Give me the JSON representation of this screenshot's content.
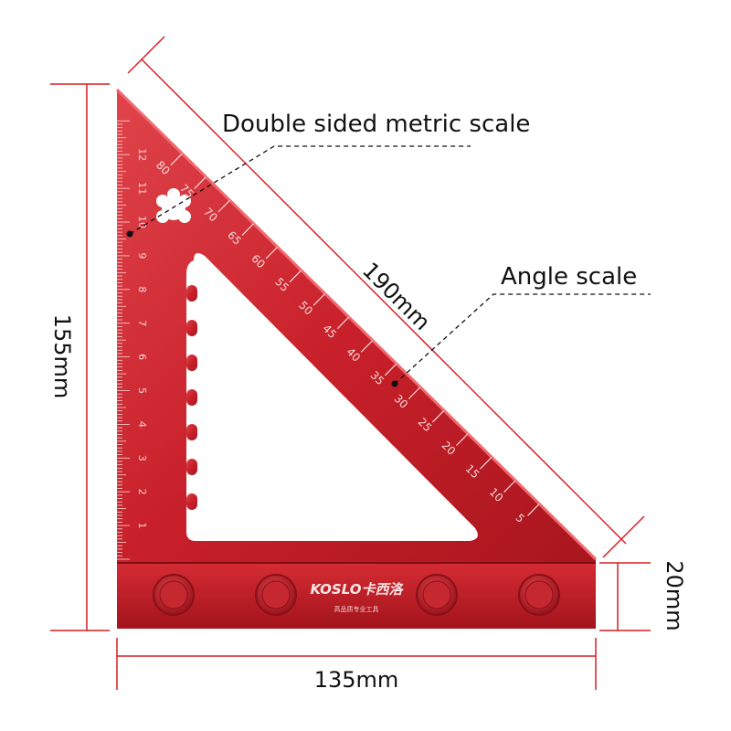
{
  "callouts": {
    "metric_scale": "Double sided metric scale",
    "angle_scale": "Angle scale"
  },
  "dimensions": {
    "height": "155mm",
    "hypotenuse": "190mm",
    "width": "135mm",
    "base_thickness": "20mm"
  },
  "brand": {
    "logo_text": "KOSLO卡西洛",
    "tagline": "高品质专业工具"
  },
  "metric_scale_labels": [
    "1",
    "2",
    "3",
    "4",
    "5",
    "6",
    "7",
    "8",
    "9",
    "10",
    "11",
    "12"
  ],
  "angle_scale_labels": [
    "5",
    "10",
    "15",
    "20",
    "25",
    "30",
    "35",
    "40",
    "45",
    "50",
    "55",
    "60",
    "65",
    "70",
    "75",
    "80"
  ],
  "colors": {
    "tool_red": "#c8202a",
    "tool_dark": "#9d141c",
    "tool_light": "#e0444b",
    "dimension_line": "#d81e24",
    "engraving": "#f4d8d8",
    "text": "#111111"
  }
}
